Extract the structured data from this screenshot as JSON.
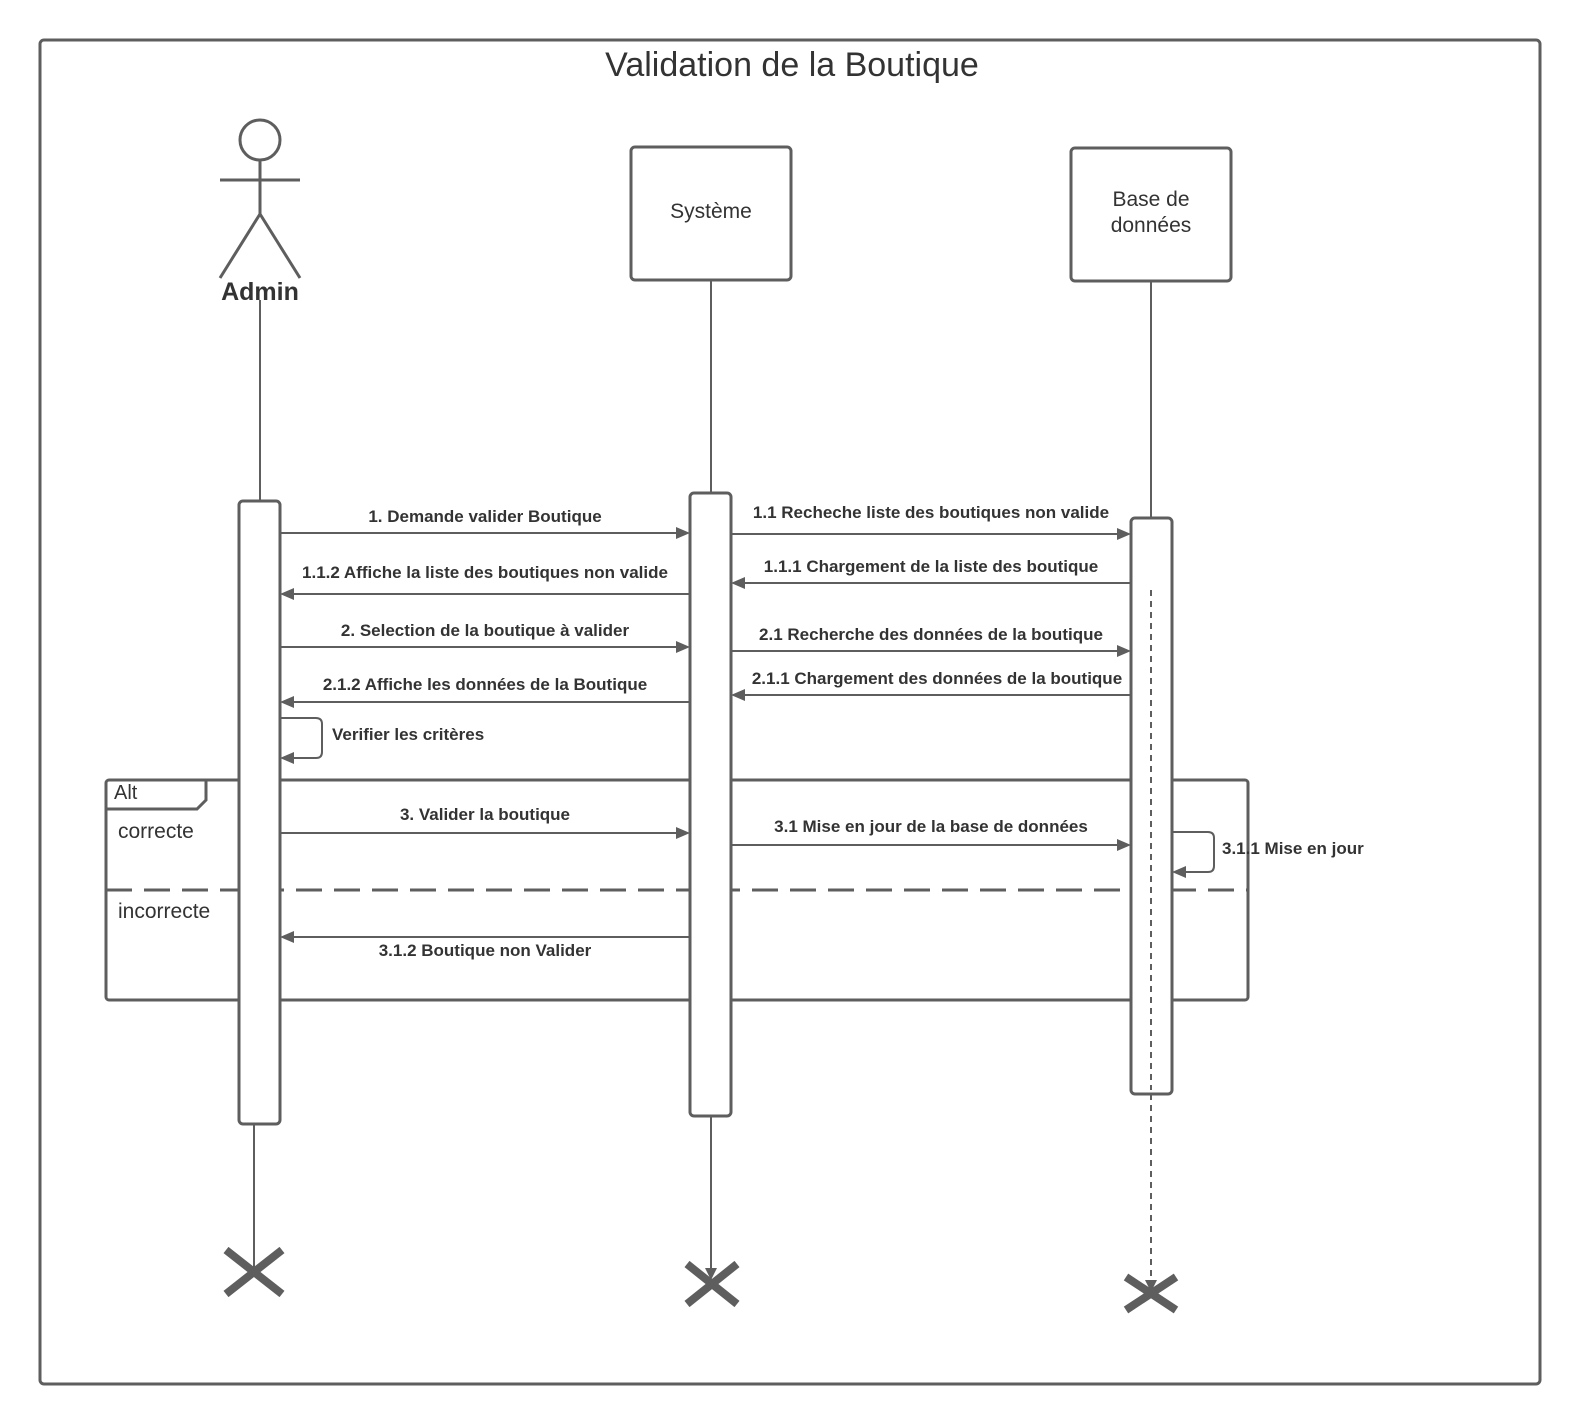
{
  "title": "Validation de la Boutique",
  "participants": {
    "admin": "Admin",
    "systeme": "Système",
    "bdd_line1": "Base de",
    "bdd_line2": "données"
  },
  "messages": {
    "m1": "1. Demande valider Boutique",
    "m1_1": "1.1 Recheche liste des boutiques non valide",
    "m1_1_1": "1.1.1 Chargement de la liste des boutique",
    "m1_1_2": "1.1.2 Affiche la liste des boutiques non valide",
    "m2": "2. Selection de la boutique à valider",
    "m2_1": "2.1 Recherche des données de la boutique",
    "m2_1_1": "2.1.1 Chargement des données de la boutique",
    "m2_1_2": "2.1.2 Affiche les données de la Boutique",
    "self_check": "Verifier les critères",
    "m3": "3. Valider la boutique",
    "m3_1": "3.1 Mise en jour de la base de données",
    "m3_1_1": "3.1.1 Mise en jour",
    "m3_1_2": "3.1.2 Boutique non Valider"
  },
  "fragment": {
    "operator": "Alt",
    "guard_1": "correcte",
    "guard_2": "incorrecte"
  },
  "colors": {
    "stroke": "#5e5e5e",
    "text": "#333333",
    "background": "#ffffff"
  }
}
